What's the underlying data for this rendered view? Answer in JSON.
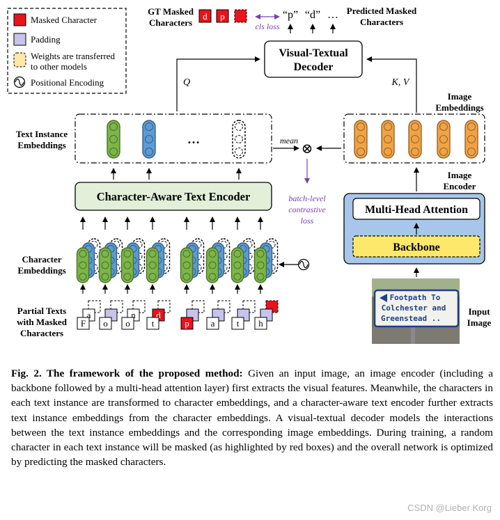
{
  "legend": {
    "masked": "Masked Character",
    "padding": "Padding",
    "weights_line1": "Weights are transferred",
    "weights_line2": "to other models",
    "positional": "Positional Encoding"
  },
  "gt_label_line1": "GT Masked",
  "gt_label_line2": "Characters",
  "gt_chars": [
    "d",
    "p"
  ],
  "cls_loss": "cls loss",
  "predicted_tokens": [
    "“p”",
    "“d”",
    "…"
  ],
  "predicted_label_line1": "Predicted Masked",
  "predicted_label_line2": "Characters",
  "decoder_line1": "Visual-Textual",
  "decoder_line2": "Decoder",
  "q_label": "Q",
  "kv_label": "K, V",
  "image_embeddings_line1": "Image",
  "image_embeddings_line2": "Embeddings",
  "text_instance_line1": "Text Instance",
  "text_instance_line2": "Embeddings",
  "ellipsis": "…",
  "mean_label": "mean",
  "otimes": "⊗",
  "contrastive_line1": "batch-level",
  "contrastive_line2": "contrastive",
  "contrastive_line3": "loss",
  "text_encoder": "Character-Aware Text Encoder",
  "image_encoder_line1": "Image",
  "image_encoder_line2": "Encoder",
  "mha": "Multi-Head Attention",
  "backbone": "Backbone",
  "char_emb_line1": "Character",
  "char_emb_line2": "Embeddings",
  "partial_line1": "Partial Texts",
  "partial_line2": "with Masked",
  "partial_line3": "Characters",
  "partial_text_row1": [
    "a",
    "n"
  ],
  "partial_text_row2": [
    "d"
  ],
  "partial_text_row3": [
    "F",
    "o",
    "o",
    "t",
    "p",
    "a",
    "t",
    "h"
  ],
  "sign_lines": [
    "Footpath To",
    "Colchester and",
    "Greenstead .."
  ],
  "input_image_line1": "Input",
  "input_image_line2": "Image",
  "caption_lead": "Fig. 2.  The framework of the proposed method:",
  "caption_body": " Given an input image, an image encoder (including a backbone followed by a multi-head attention layer) first extracts the visual features. Meanwhile, the characters in each text instance are transformed to character embeddings, and a character-aware text encoder further extracts text instance embeddings from the character embeddings. A visual-textual decoder models the interactions between the text instance embeddings and the corresponding image embeddings. During training, a random character in each text instance will be masked (as highlighted by red boxes) and the overall network is optimized by predicting the masked characters.",
  "watermark": "CSDN @Lieber Korg",
  "colors": {
    "masked_red": "#e8141c",
    "padding_purple": "#c7c3ec",
    "weights_yellow": "#fbe9a6",
    "green": "#7cb548",
    "blue": "#5b9bd5",
    "orange": "#f0a345",
    "encoder_green": "#e3efd8",
    "image_encoder_blue": "#a7c6ea",
    "backbone_yellow": "#fde86b",
    "purple_arrow": "#7a3fb0"
  }
}
